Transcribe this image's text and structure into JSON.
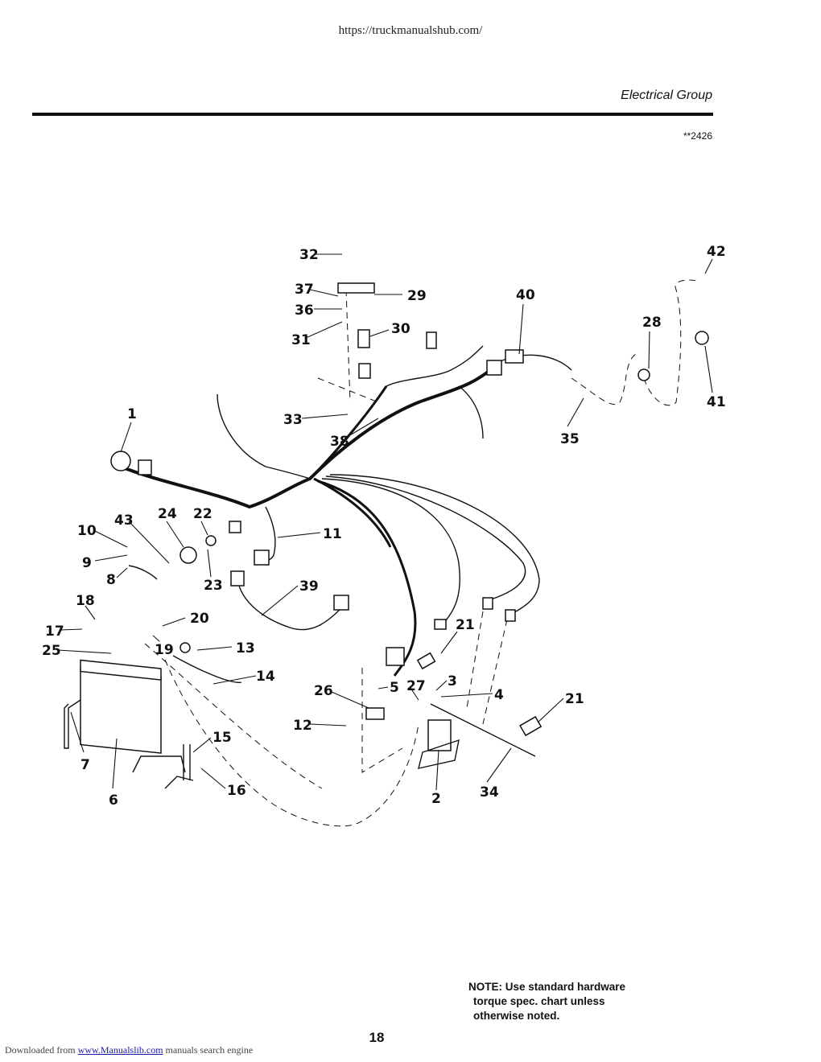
{
  "header": {
    "url": "https://truckmanualshub.com/",
    "section_title": "Electrical Group",
    "figure_code": "**2426"
  },
  "callouts": [
    "1",
    "2",
    "3",
    "4",
    "5",
    "6",
    "7",
    "8",
    "9",
    "10",
    "11",
    "12",
    "13",
    "14",
    "15",
    "16",
    "17",
    "18",
    "19",
    "20",
    "21",
    "22",
    "23",
    "24",
    "25",
    "26",
    "27",
    "28",
    "29",
    "30",
    "31",
    "32",
    "33",
    "34",
    "35",
    "36",
    "37",
    "38",
    "39",
    "40",
    "41",
    "42",
    "43"
  ],
  "note": {
    "line1": "NOTE: Use standard hardware",
    "line2": "torque spec. chart unless",
    "line3": "otherwise noted."
  },
  "page_number": "18",
  "footer": {
    "prefix": "Downloaded from ",
    "link_text": "www.Manualslib.com",
    "suffix": " manuals search engine"
  }
}
